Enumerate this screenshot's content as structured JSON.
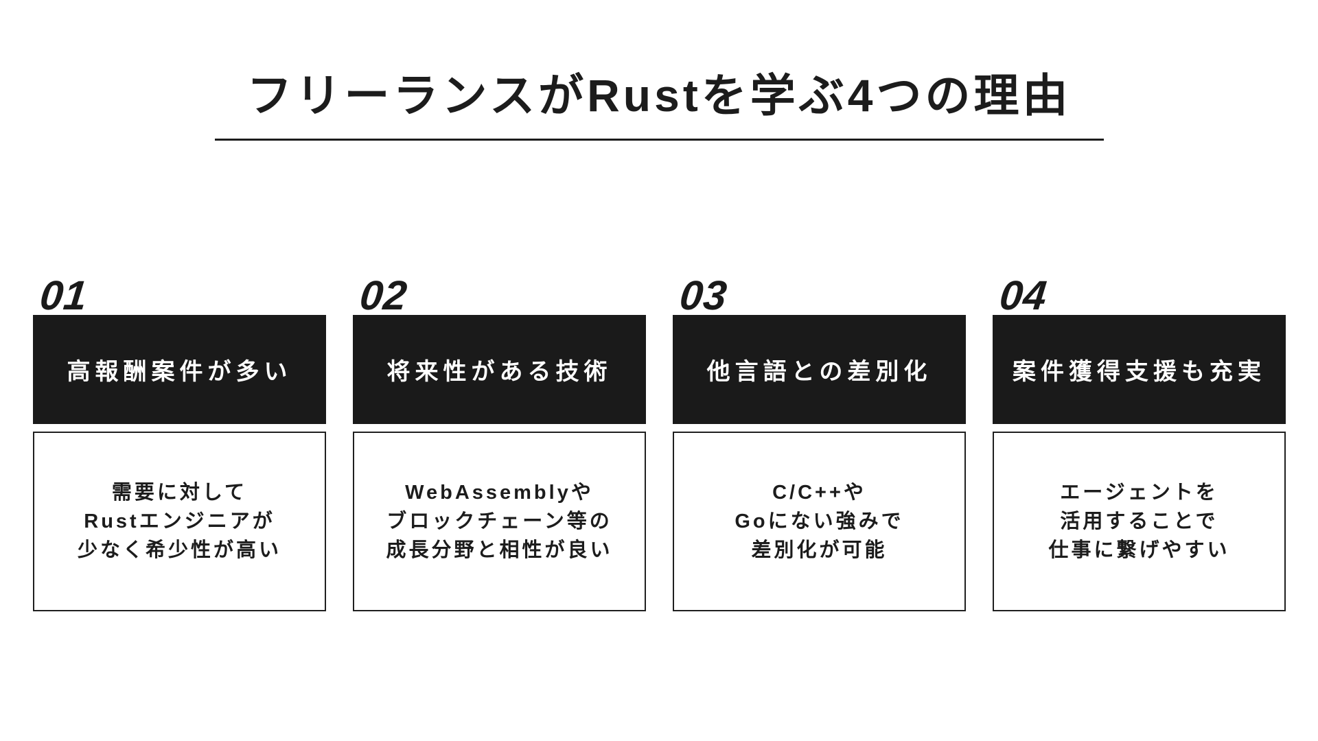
{
  "title": {
    "text": "フリーランスがRustを学ぶ4つの理由"
  },
  "cards": [
    {
      "number": "01",
      "header": "高報酬案件が多い",
      "body": "需要に対して\nRustエンジニアが\n少なく希少性が高い"
    },
    {
      "number": "02",
      "header": "将来性がある技術",
      "body": "WebAssemblyや\nブロックチェーン等の\n成長分野と相性が良い"
    },
    {
      "number": "03",
      "header": "他言語との差別化",
      "body": "C/C++や\nGoにない強みで\n差別化が可能"
    },
    {
      "number": "04",
      "header": "案件獲得支援も充実",
      "body": "エージェントを\n活用することで\n仕事に繋げやすい"
    }
  ],
  "colors": {
    "background": "#ffffff",
    "box_black": "#1a1a1a",
    "text_dark": "#1c1c1c",
    "header_text": "#ffffff"
  }
}
